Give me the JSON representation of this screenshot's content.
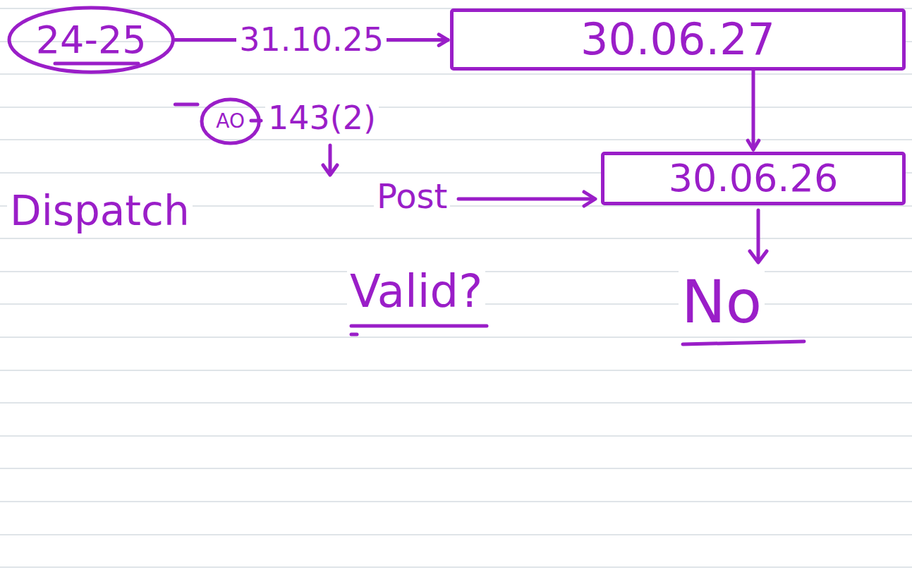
{
  "diagram": {
    "nodes": [
      {
        "text": [
          "24-25"
        ]
      },
      {
        "text": [
          "30.06.27"
        ]
      },
      {
        "text": [
          "AO"
        ]
      },
      {
        "text": [
          "30.06.26"
        ]
      }
    ],
    "edges": [
      {
        "from": 0,
        "to": 1,
        "label": "31.10.25",
        "arrow": "to"
      },
      {
        "from": 0,
        "to": 2,
        "arrow": "none"
      },
      {
        "from": 1,
        "to": 3,
        "arrow": "to"
      }
    ],
    "labels": [
      "143(2)",
      "Dispatch",
      "Post",
      "Valid?",
      "No"
    ]
  }
}
